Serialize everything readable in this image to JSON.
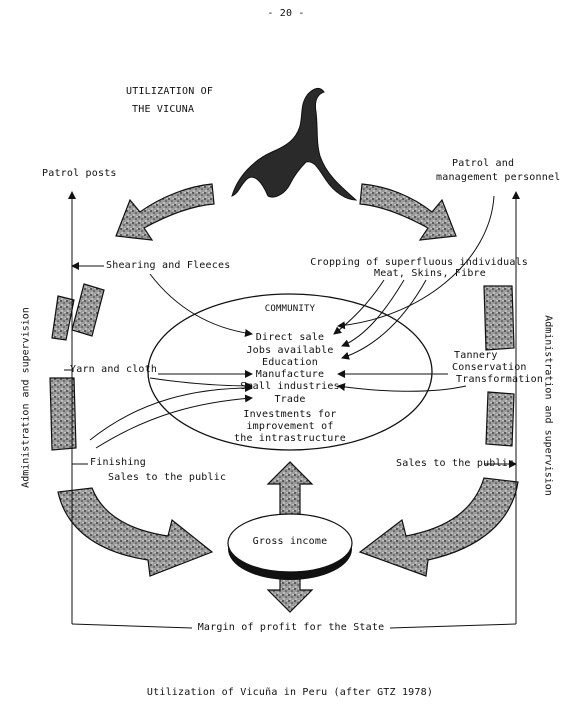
{
  "page_number": "- 20 -",
  "title_lines": [
    "UTILIZATION OF",
    "THE VICUNA"
  ],
  "top_left": "Patrol posts",
  "top_right": [
    "Patrol and",
    "management personnel"
  ],
  "shearing": "Shearing and Fleeces",
  "cropping": [
    "Cropping of superfluous individuals",
    "Meat, Skins, Fibre"
  ],
  "community": {
    "title": "COMMUNITY",
    "items": [
      "Direct sale",
      "Jobs available",
      "Education",
      "Manufacture",
      "Small industries",
      "Trade"
    ],
    "investments": [
      "Investments for",
      "improvement of",
      "the intrastructure"
    ]
  },
  "yarn": "Yarn and cloth",
  "tannery": [
    "Tannery",
    "Conservation",
    "Transformation"
  ],
  "finishing": [
    "Finishing",
    "Sales to the public"
  ],
  "sales_right": "Sales to the public",
  "gross_income": "Gross income",
  "margin": "Margin of profit for the State",
  "admin_left": "Administration and supervision",
  "admin_right": "Administration and supervision",
  "caption": "Utilization of Vicuña in Peru (after GTZ 1978)"
}
